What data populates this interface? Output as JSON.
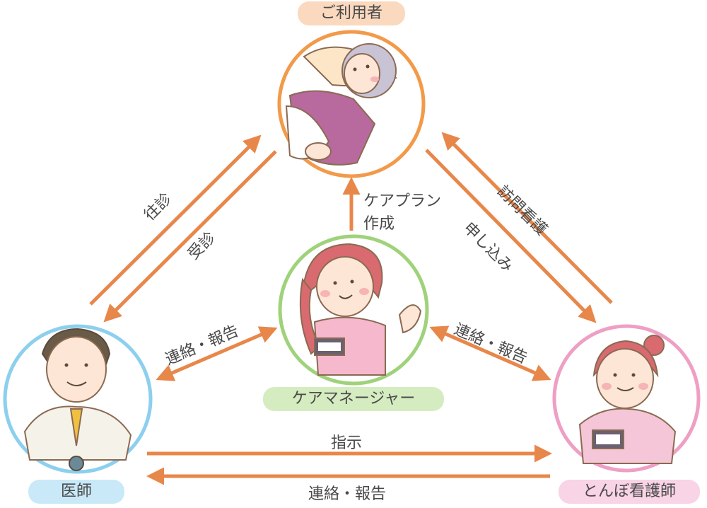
{
  "nodes": {
    "user": {
      "label": "ご利用者",
      "color": "#f29a4a",
      "pill": "#fbd9bf"
    },
    "manager": {
      "label": "ケアマネージャー",
      "color": "#9fd27a",
      "pill": "#d5ecc0"
    },
    "doctor": {
      "label": "医師",
      "color": "#8ccfee",
      "pill": "#c9e9f8"
    },
    "nurse": {
      "label": "とんぼ看護師",
      "color": "#ef9fc4",
      "pill": "#f9d3e6"
    }
  },
  "edges": {
    "visit_doctor": "往診",
    "consult": "受診",
    "care_plan_1": "ケアプラン",
    "care_plan_2": "作成",
    "home_nursing": "訪問看護",
    "apply": "申し込み",
    "contact_left": "連絡・報告",
    "contact_right": "連絡・報告",
    "instruction": "指示",
    "contact_bottom": "連絡・報告"
  },
  "colors": {
    "arrow": "#e8874a",
    "text": "#4a4a4a"
  }
}
